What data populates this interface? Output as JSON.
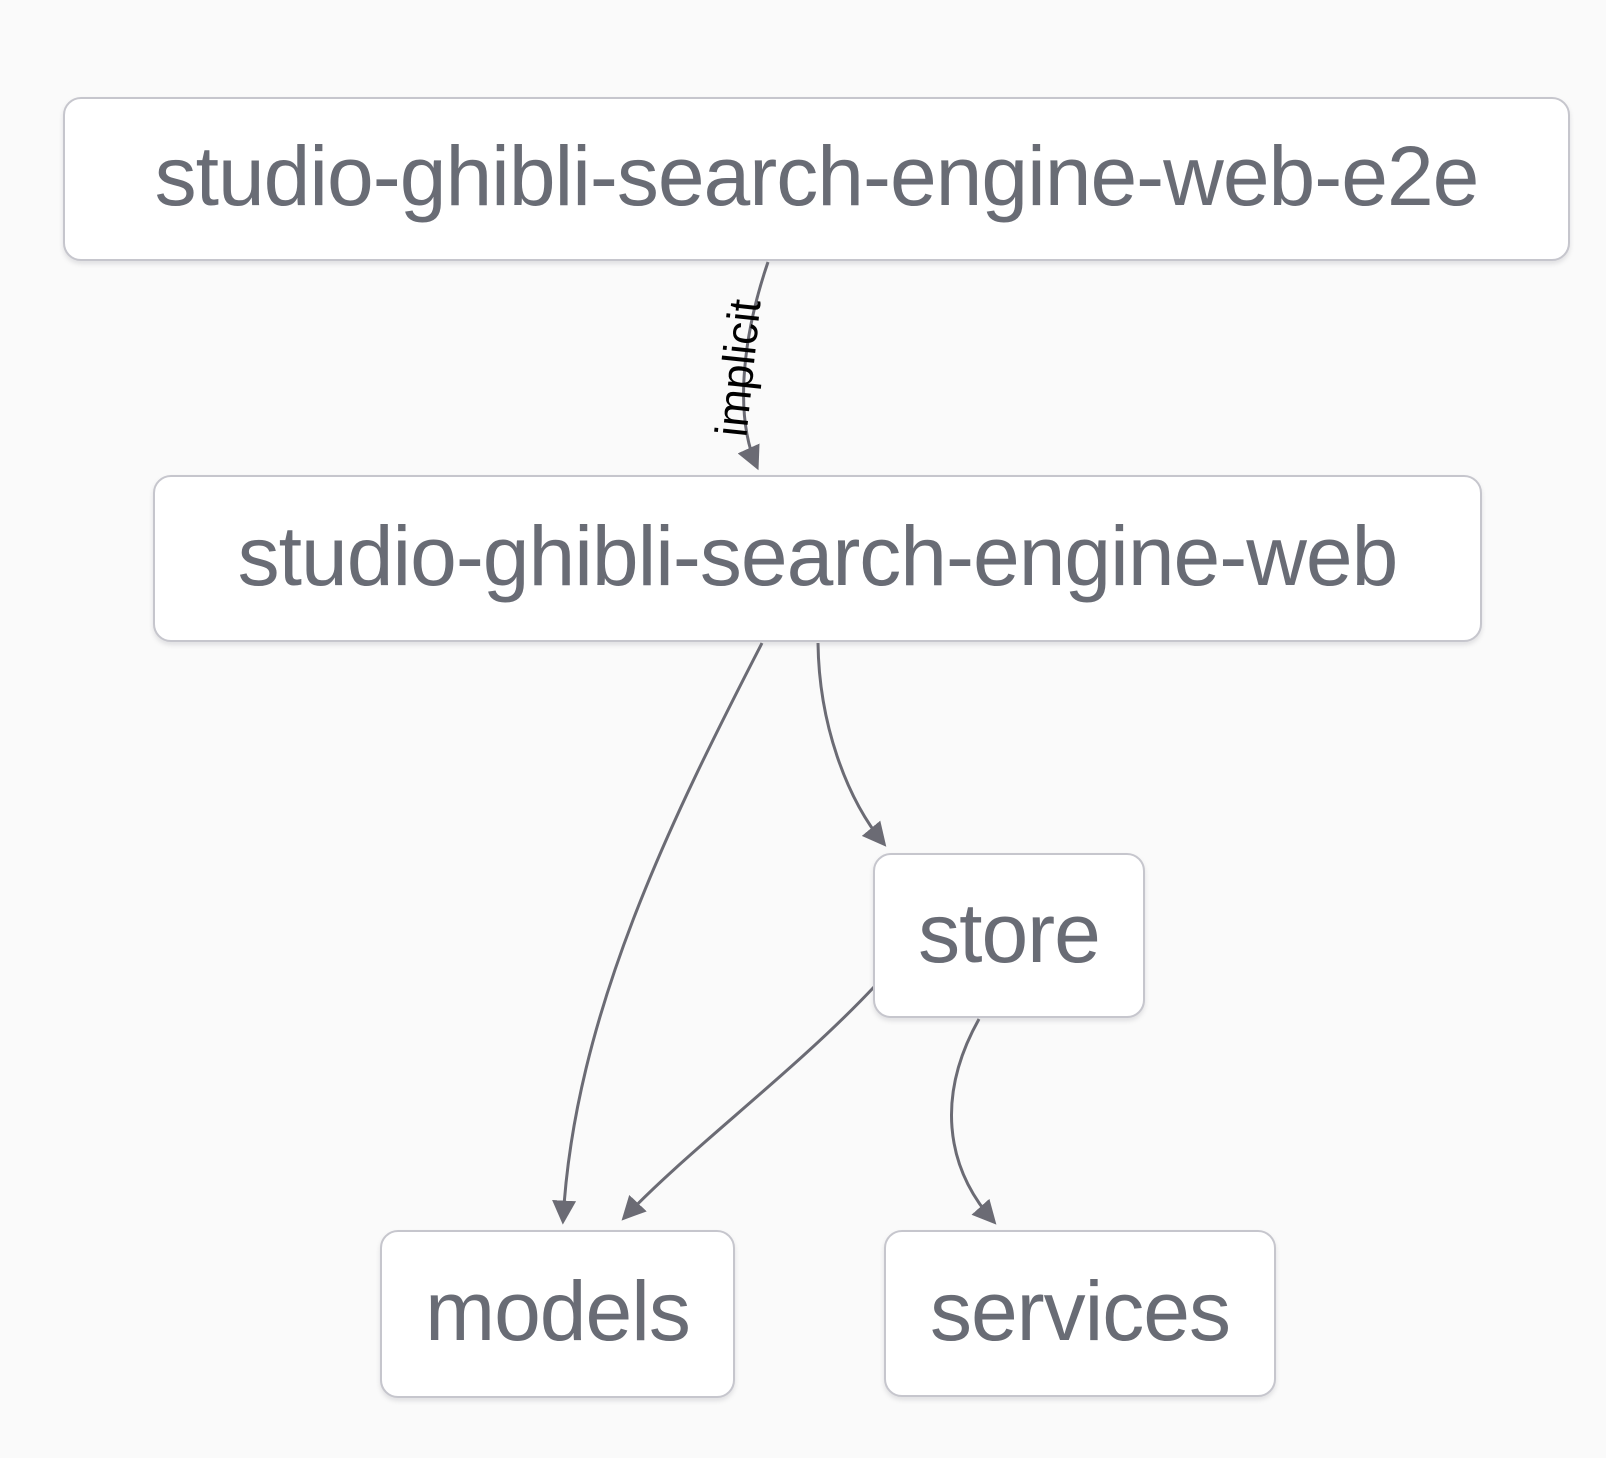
{
  "diagram": {
    "type": "project-dependency-graph",
    "nodes": [
      {
        "id": "studio-ghibli-search-engine-web-e2e",
        "label": "studio-ghibli-search-engine-web-e2e"
      },
      {
        "id": "studio-ghibli-search-engine-web",
        "label": "studio-ghibli-search-engine-web"
      },
      {
        "id": "store",
        "label": "store"
      },
      {
        "id": "models",
        "label": "models"
      },
      {
        "id": "services",
        "label": "services"
      }
    ],
    "edges": [
      {
        "from": "studio-ghibli-search-engine-web-e2e",
        "to": "studio-ghibli-search-engine-web",
        "label": "implicit"
      },
      {
        "from": "studio-ghibli-search-engine-web",
        "to": "models",
        "label": ""
      },
      {
        "from": "studio-ghibli-search-engine-web",
        "to": "store",
        "label": ""
      },
      {
        "from": "store",
        "to": "models",
        "label": ""
      },
      {
        "from": "store",
        "to": "services",
        "label": ""
      }
    ],
    "colors": {
      "background": "#fafafa",
      "node_fill": "#ffffff",
      "node_border": "#c6c6cd",
      "node_text": "#696c75",
      "edge_stroke": "#6b6b74",
      "edge_label_text": "#000000"
    }
  }
}
